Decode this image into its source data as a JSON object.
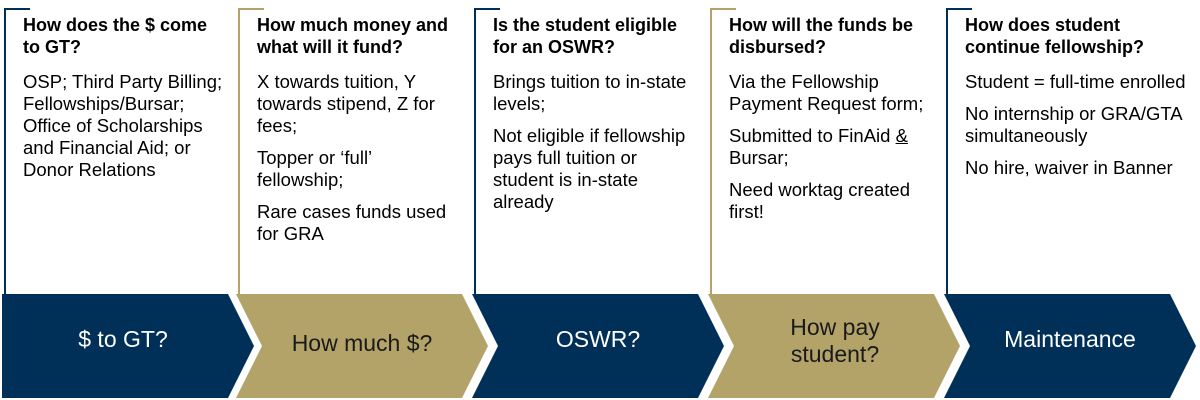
{
  "colors": {
    "navy": "#003057",
    "gold": "#B3A369",
    "white": "#FFFFFF",
    "dark_text": "#1a1a1a"
  },
  "columns": [
    {
      "heading": "How does the $ come to GT?",
      "items": [
        "OSP; Third Party Billing; Fellowships/Bursar; Office of Scholarships and Financial Aid; or Donor Relations"
      ]
    },
    {
      "heading": "How much money and what will it fund?",
      "items": [
        "X towards tuition, Y towards stipend, Z for fees;",
        "Topper or ‘full’ fellowship;",
        "Rare cases funds used for GRA"
      ]
    },
    {
      "heading": "Is the student eligible for an OSWR?",
      "items": [
        "Brings tuition to in-state levels;",
        "Not eligible if fellowship pays full tuition or student is in-state already"
      ]
    },
    {
      "heading": "How will the funds be disbursed?",
      "items": [
        "Via the Fellowship Payment Request form;",
        "Submitted to FinAid",
        "Need worktag created first!"
      ],
      "item2_amp": "&",
      "item2_tail": "Bursar;"
    },
    {
      "heading": "How does student continue fellowship?",
      "items": [
        "Student =  full-time enrolled",
        "No internship or GRA/GTA simultaneously",
        "No hire, waiver in Banner"
      ]
    }
  ],
  "steps": [
    {
      "label": "$ to GT?",
      "style": "navy"
    },
    {
      "label": "How much $?",
      "style": "gold"
    },
    {
      "label": "OSWR?",
      "style": "navy"
    },
    {
      "label": "How pay student?",
      "style": "gold"
    },
    {
      "label": "Maintenance",
      "style": "navy"
    }
  ]
}
